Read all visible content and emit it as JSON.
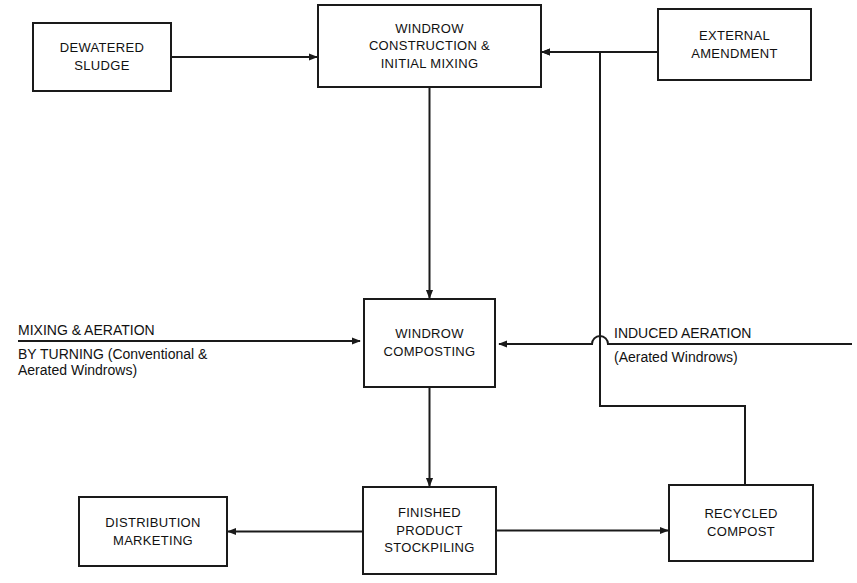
{
  "diagram": {
    "nodes": [
      {
        "text": [
          "DEWATERED SLUDGE"
        ]
      },
      {
        "text": [
          "WINDROW CONSTRUCTION & INITIAL MIXING"
        ]
      },
      {
        "text": [
          "EXTERNAL AMENDMENT"
        ]
      },
      {
        "text": [
          "WINDROW COMPOSTING"
        ]
      },
      {
        "text": [
          "DISTRIBUTION MARKETING"
        ]
      },
      {
        "text": [
          "FINISHED PRODUCT STOCKPILING"
        ]
      },
      {
        "text": [
          "RECYCLED COMPOST"
        ]
      }
    ],
    "edges": [
      {
        "from": 0,
        "to": 1,
        "arrow": "to"
      },
      {
        "from": 2,
        "to": 1,
        "arrow": "to"
      },
      {
        "from": 1,
        "to": 3,
        "arrow": "to"
      },
      {
        "from": 3,
        "to": 5,
        "arrow": "to"
      },
      {
        "from": 5,
        "to": 4,
        "arrow": "to"
      },
      {
        "from": 5,
        "to": 6,
        "arrow": "to"
      },
      {
        "from": 6,
        "to": 1,
        "arrow": "to"
      }
    ],
    "labels": [
      "MIXING & AERATION",
      "BY TURNING (Conventional & Aerated Windrows)",
      "INDUCED AERATION",
      "(Aerated Windrows)"
    ]
  }
}
